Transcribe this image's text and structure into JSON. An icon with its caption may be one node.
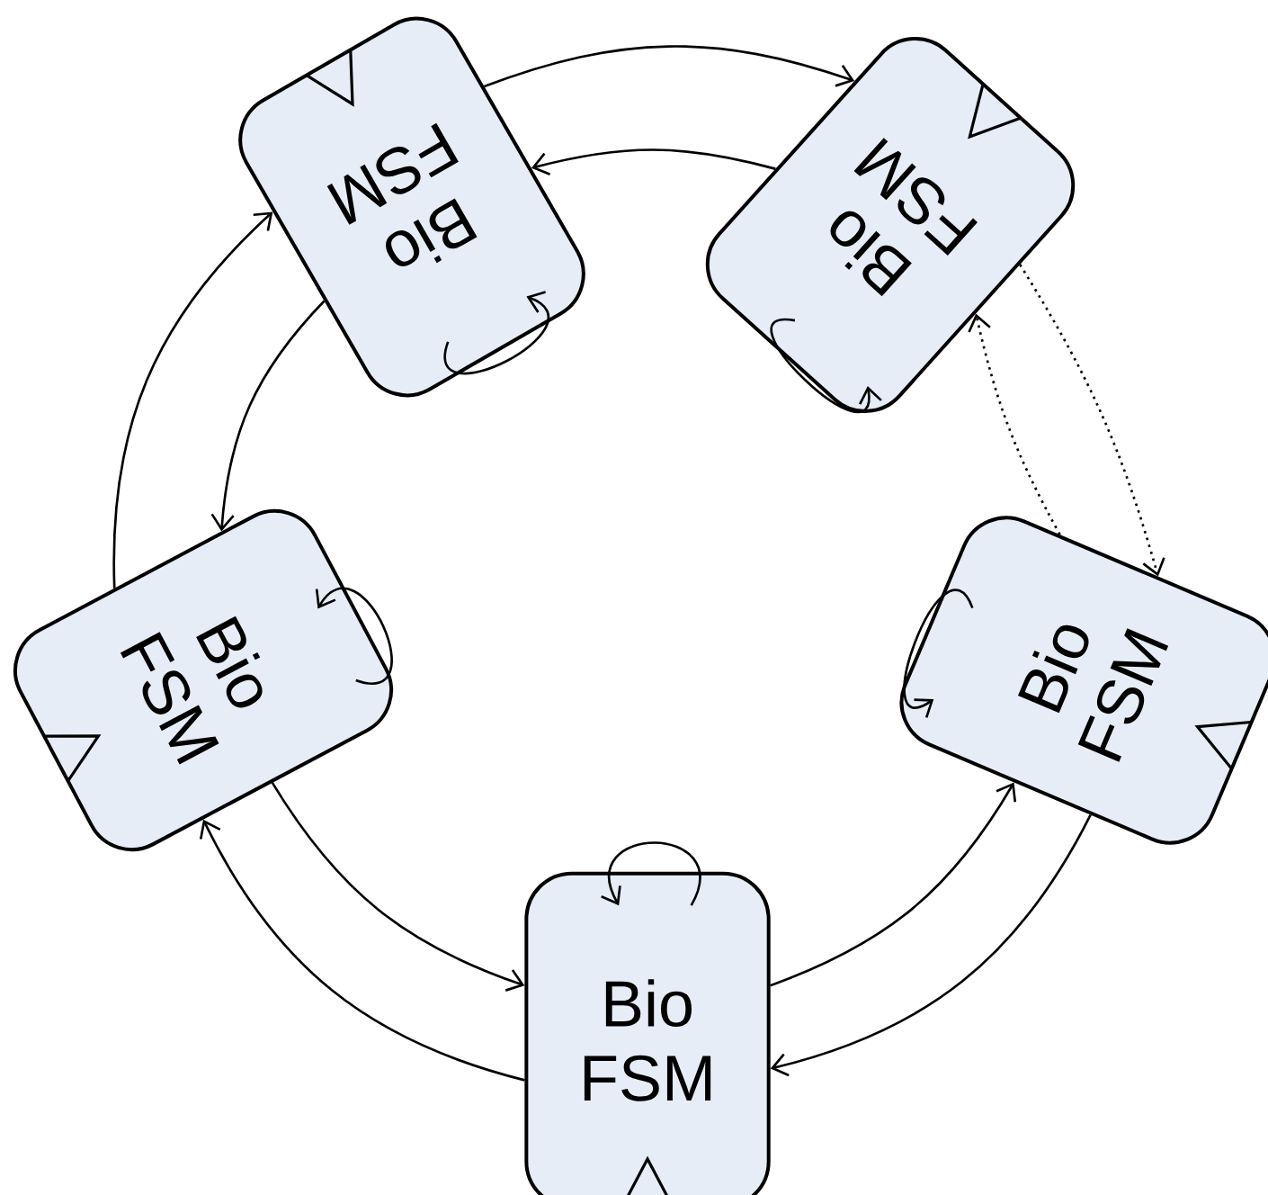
{
  "diagram": {
    "nodes": [
      {
        "text": [
          "Bio FSM"
        ]
      },
      {
        "text": [
          "Bio FSM"
        ]
      },
      {
        "text": [
          "Bio FSM"
        ]
      },
      {
        "text": [
          "Bio FSM"
        ]
      },
      {
        "text": [
          "Bio FSM"
        ]
      }
    ],
    "edges": [
      {
        "from": 0,
        "to": 1,
        "arrow": "to"
      },
      {
        "from": 1,
        "to": 0,
        "arrow": "to"
      },
      {
        "from": 2,
        "to": 0,
        "arrow": "to"
      },
      {
        "from": 0,
        "to": 2,
        "arrow": "to"
      },
      {
        "from": 2,
        "to": 4,
        "arrow": "to"
      },
      {
        "from": 4,
        "to": 2,
        "arrow": "to"
      },
      {
        "from": 4,
        "to": 3,
        "arrow": "to"
      },
      {
        "from": 3,
        "to": 4,
        "arrow": "to"
      },
      {
        "from": 3,
        "to": 1,
        "arrow": "to",
        "style": "dashed"
      },
      {
        "from": 1,
        "to": 3,
        "arrow": "to",
        "style": "dashed"
      },
      {
        "from": 0,
        "to": 0,
        "arrow": "to"
      },
      {
        "from": 1,
        "to": 1,
        "arrow": "to"
      },
      {
        "from": 2,
        "to": 2,
        "arrow": "to"
      },
      {
        "from": 3,
        "to": 3,
        "arrow": "to"
      },
      {
        "from": 4,
        "to": 4,
        "arrow": "to"
      }
    ]
  }
}
